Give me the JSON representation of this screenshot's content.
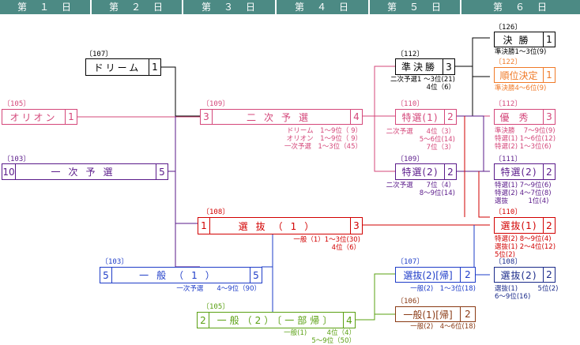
{
  "days": [
    "第　１　日",
    "第　２　日",
    "第　３　日",
    "第　４　日",
    "第　５　日",
    "第　６　日"
  ],
  "colors": {
    "header_bg": "#4c8a84",
    "black": "#000000",
    "pink": "#d4477a",
    "purple": "#5a1a8a",
    "red": "#d20000",
    "blue": "#1e3cc8",
    "green": "#5aa012",
    "brown": "#8a3a14",
    "orange": "#f07a28",
    "navy": "#1a2a8a"
  },
  "races": {
    "r107_dream": {
      "code": "〔107〕",
      "name": "ドリーム",
      "right": "1"
    },
    "r105_orion": {
      "code": "〔105〕",
      "name": "オリオン",
      "right": "1"
    },
    "r103_ichiji": {
      "code": "〔103〕",
      "left": "10",
      "name": "一次予選",
      "right": "5"
    },
    "r109_niji": {
      "code": "〔109〕",
      "left": "3",
      "name": "二次予選",
      "right": "4"
    },
    "r108_senbatsu": {
      "code": "〔108〕",
      "left": "1",
      "name": "選抜（1）",
      "right": "3"
    },
    "r103_ippan": {
      "code": "〔103〕",
      "left": "5",
      "name": "一般（1）",
      "right": "5"
    },
    "r105_ippan2": {
      "code": "〔105〕",
      "left": "2",
      "name": "一般（2）〔一部帰〕",
      "right": "4"
    },
    "r112_junkessho": {
      "code": "〔112〕",
      "name": "準決勝",
      "right": "3"
    },
    "r110_tokusen1": {
      "code": "〔110〕",
      "name": "特選(1)",
      "right": "2"
    },
    "r109_tokusen2": {
      "code": "〔109〕",
      "name": "特選(2)",
      "right": "2"
    },
    "r107_senbatsu2ki": {
      "code": "〔107〕",
      "name": "選抜(2)[帰]",
      "right": "2"
    },
    "r106_ippan1ki": {
      "code": "〔106〕",
      "name": "一般(1)[帰]",
      "right": "2"
    },
    "r126_kessho": {
      "code": "〔126〕",
      "name": "決勝",
      "right": "1"
    },
    "r122_juni": {
      "code": "〔122〕",
      "name": "順位決定",
      "right": "1"
    },
    "r112_yushu": {
      "code": "〔112〕",
      "name": "優秀",
      "right": "3"
    },
    "r111_tokusen2": {
      "code": "〔111〕",
      "name": "特選(2)",
      "right": "2"
    },
    "r110_senbatsu1": {
      "code": "〔110〕",
      "name": "選抜(1)",
      "right": "2"
    },
    "r108_senbatsu2": {
      "code": "〔108〕",
      "name": "選抜(2)",
      "right": "2"
    }
  },
  "notes": {
    "niji": "ドリーム　1～9位（ 9）\nオリオン　1～9位（ 9）\n一次予選　1～3位（45）",
    "senbatsu1": "一般（1）1～3位(30)\n4位（6）",
    "ippan1": "一次予選　　4～9位（90）",
    "ippan2": "一般(1)　　　4位（4）\n5～9位（50）",
    "junkessho": "二次予選1 ～3位(21)\n4位（6）",
    "tokusen1": "二次予選　　4位（3）\n5～6位(14)\n7位（3）",
    "tokusen2": "二次予選　　7位（4）\n8～9位(14)",
    "senbatsu2ki": "一般(2)　1～3位(18)",
    "ippan1ki": "一般(2)　4～6位(18)",
    "kessho": "準決勝1～3位(9)",
    "juni": "準決勝4～6位(9)",
    "yushu": "準決勝　 7～9位(9)\n特選(1) 1～6位(12)\n特選(2) 1～3位(6)",
    "d6_tokusen2": "特選(1) 7～9位(6)\n特選(2) 4～7位(8)\n選抜　　　1位(4)",
    "d6_senbatsu1": "特選(2) 8～9位(4)\n選抜(1) 2～4位(12)\n5位(2)",
    "d6_senbatsu2": "選抜(1)　　　5位(2)\n6～9位(16)"
  }
}
